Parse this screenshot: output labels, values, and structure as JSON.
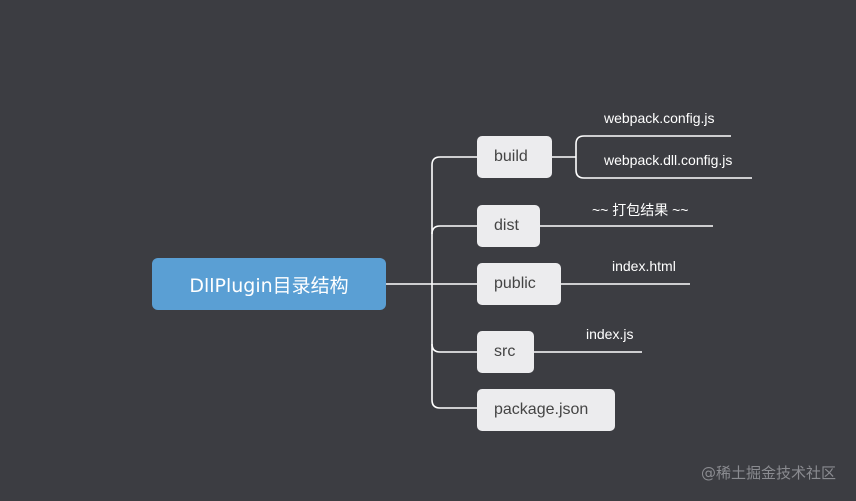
{
  "root": {
    "label": "DllPlugin目录结构"
  },
  "nodes": [
    {
      "label": "build",
      "children": [
        "webpack.config.js",
        "webpack.dll.config.js"
      ]
    },
    {
      "label": "dist",
      "children": [
        "~~ 打包结果 ~~"
      ]
    },
    {
      "label": "public",
      "children": [
        "index.html"
      ]
    },
    {
      "label": "src",
      "children": [
        "index.js"
      ]
    },
    {
      "label": "package.json",
      "children": []
    }
  ],
  "watermark": "@稀土掘金技术社区"
}
